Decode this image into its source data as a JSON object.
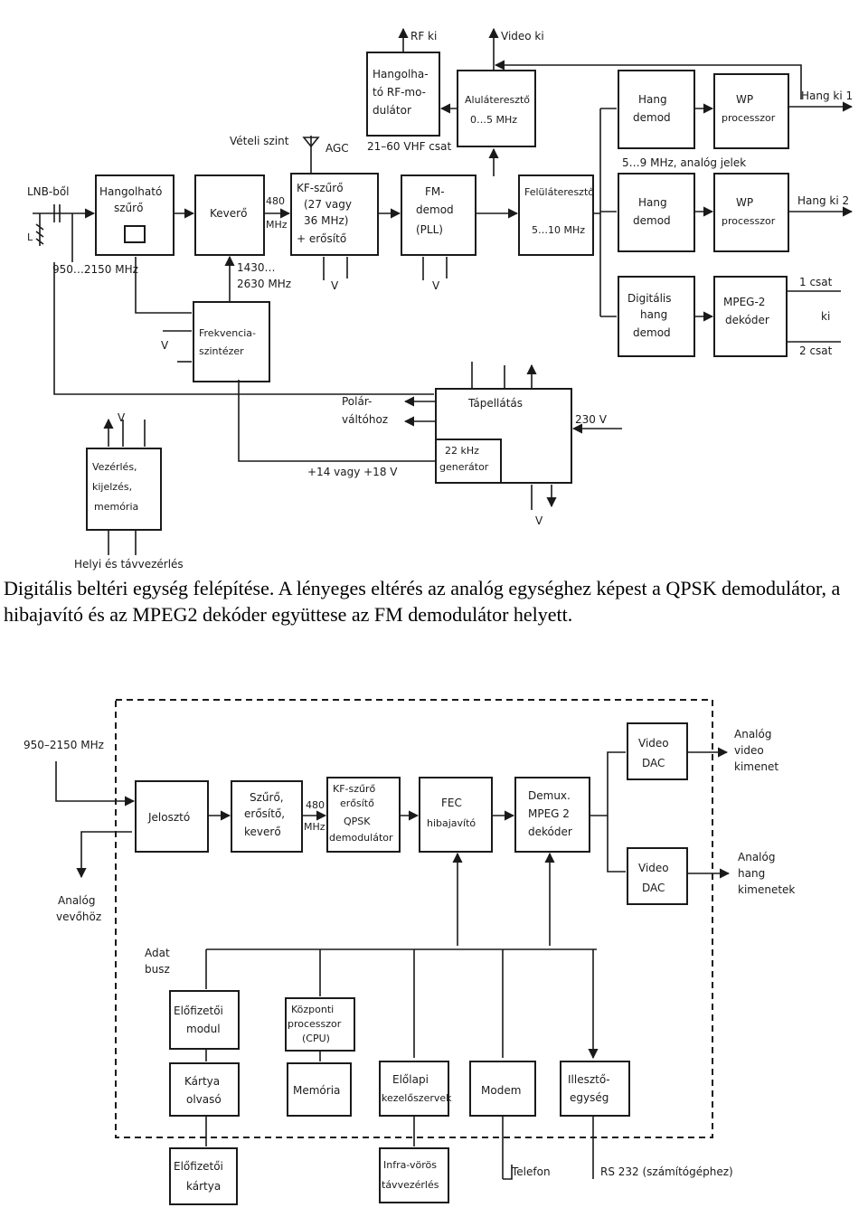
{
  "diagram_top": {
    "rf_out": "RF ki",
    "video_out": "Video ki",
    "rf_modulator": [
      "Hangolha-",
      "tó RF-mo-",
      "dulátor"
    ],
    "vhf_channel": "21–60 VHF csat",
    "lowpass": [
      "Aluláteresztő",
      "0…5 MHz"
    ],
    "sound_demod_1": [
      "Hang",
      "demod"
    ],
    "sound_demod_2": [
      "Hang",
      "demod"
    ],
    "wp_processor_1": [
      "WP",
      "processzor"
    ],
    "wp_processor_2": [
      "WP",
      "processzor"
    ],
    "sound_out_1": "Hang ki 1",
    "sound_out_2": "Hang ki 2",
    "analog_note": "5…9 MHz, analóg jelek",
    "receive_level": "Vételi szint",
    "agc": "AGC",
    "lnb_from": "LNB-ből",
    "lnb_freq": "950…2150 MHz",
    "tunable_filter": [
      "Hangolható",
      "szűrő"
    ],
    "mixer": "Keverő",
    "if_freq": [
      "480",
      "MHz"
    ],
    "if_filter": [
      "KF-szűrő",
      "(27 vagy",
      "36 MHz)",
      "+ erősítő"
    ],
    "fm_demod": [
      "FM-",
      "demod",
      "(PLL)"
    ],
    "highpass": [
      "Felüláteresztő",
      "5…10 MHz"
    ],
    "digital_sound_demod": [
      "Digitális",
      "hang",
      "demod"
    ],
    "mpeg2_decoder_top": [
      "MPEG-2",
      "dekóder"
    ],
    "ch_out": [
      "1 csat",
      "ki",
      "2 csat"
    ],
    "lo_freq": [
      "1430…",
      "2630 MHz"
    ],
    "synth": [
      "Frekvencia-",
      "szintézer"
    ],
    "v": "V",
    "polarizer": [
      "Polár-",
      "váltóhoz"
    ],
    "power_supply": "Tápellátás",
    "mains": "230 V",
    "gen_22k": [
      "22 kHz",
      "generátor"
    ],
    "lnb_voltage": "+14 vagy +18 V",
    "control": [
      "Vezérlés,",
      "kijelzés,",
      "memória"
    ],
    "remote": "Helyi és távvezérlés"
  },
  "caption": "Digitális beltéri egység felépítése. A lényeges eltérés az analóg egységhez képest a QPSK demodulátor, a hibajavító és az MPEG2 dekóder együttese az FM demodulátor helyett.",
  "diagram_bottom": {
    "input_freq": "950–2150 MHz",
    "splitter": "Jelosztó",
    "analog_receiver": [
      "Analóg",
      "vevőhöz"
    ],
    "filter_amp_mixer": [
      "Szűrő,",
      "erősítő,",
      "keverő"
    ],
    "if_freq": [
      "480",
      "MHz"
    ],
    "if_qpsk": [
      "KF-szűrő",
      "erősítő",
      "QPSK",
      "demodulátor"
    ],
    "fec": [
      "FEC",
      "hibajavító"
    ],
    "demux": [
      "Demux.",
      "MPEG 2",
      "dekóder"
    ],
    "video_dac": [
      "Video",
      "DAC"
    ],
    "video_dac_2": [
      "Video",
      "DAC"
    ],
    "analog_video": [
      "Analóg",
      "video",
      "kimenet"
    ],
    "analog_audio": [
      "Analóg",
      "hang",
      "kimenetek"
    ],
    "data_bus": [
      "Adat",
      "busz"
    ],
    "subscriber_module": [
      "Előfizetői",
      "modul"
    ],
    "cpu": [
      "Központi",
      "processzor",
      "(CPU)"
    ],
    "card_reader": [
      "Kártya",
      "olvasó"
    ],
    "memory": "Memória",
    "front_panel": [
      "Előlapi",
      "kezelőszervek"
    ],
    "modem": "Modem",
    "interface": [
      "Illesztő-",
      "egység"
    ],
    "subscriber_card": [
      "Előfizetői",
      "kártya"
    ],
    "infra_remote": [
      "Infra-vörös",
      "távvezérlés"
    ],
    "phone": "Telefon",
    "rs232": "RS 232 (számítógéphez)"
  }
}
